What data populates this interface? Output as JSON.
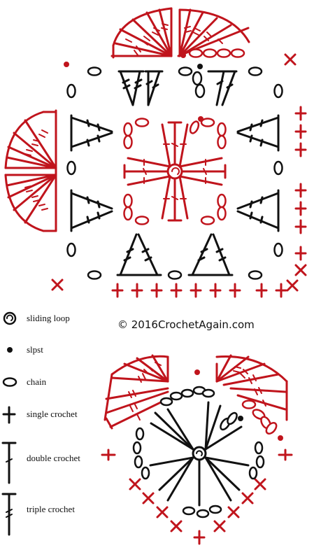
{
  "colors": {
    "red": "#c0141c",
    "black": "#111111"
  },
  "copyright": "© 2016CrochetAgain.com",
  "legend": [
    {
      "id": "sliding-loop",
      "label": "sliding loop",
      "icon": "sliding-loop-icon"
    },
    {
      "id": "slpst",
      "label": "slpst",
      "icon": "slip-stitch-icon"
    },
    {
      "id": "chain",
      "label": "chain",
      "icon": "chain-icon"
    },
    {
      "id": "single-crochet",
      "label": "single crochet",
      "icon": "single-crochet-icon"
    },
    {
      "id": "double-crochet",
      "label": "double crochet",
      "icon": "double-crochet-icon"
    },
    {
      "id": "triple-crochet",
      "label": "triple crochet",
      "icon": "triple-crochet-icon"
    }
  ]
}
